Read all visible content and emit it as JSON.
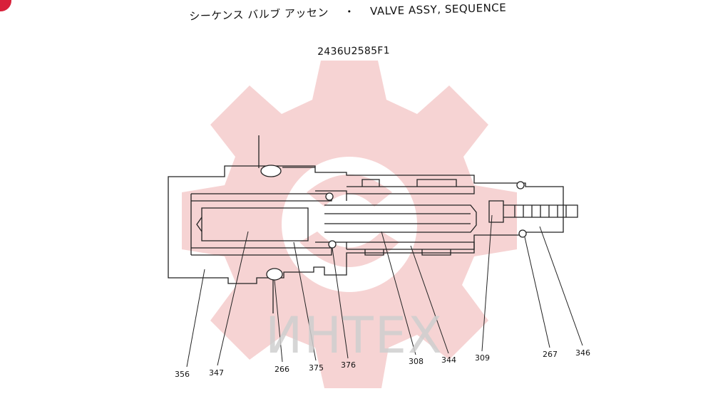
{
  "header": {
    "title_jp": "シーケンス バルブ アッセン",
    "separator": "・",
    "title_en": "VALVE ASSY, SEQUENCE",
    "part_number": "2436U2585F1"
  },
  "watermark": {
    "text": "ИНТЕХ",
    "gear_color": "#f4c9c9",
    "text_color": "#cfcfcf"
  },
  "badge": {
    "color": "#d8203a"
  },
  "callouts": [
    {
      "id": "356"
    },
    {
      "id": "347"
    },
    {
      "id": "266"
    },
    {
      "id": "375"
    },
    {
      "id": "376"
    },
    {
      "id": "308"
    },
    {
      "id": "344"
    },
    {
      "id": "309"
    },
    {
      "id": "267"
    },
    {
      "id": "346"
    }
  ]
}
